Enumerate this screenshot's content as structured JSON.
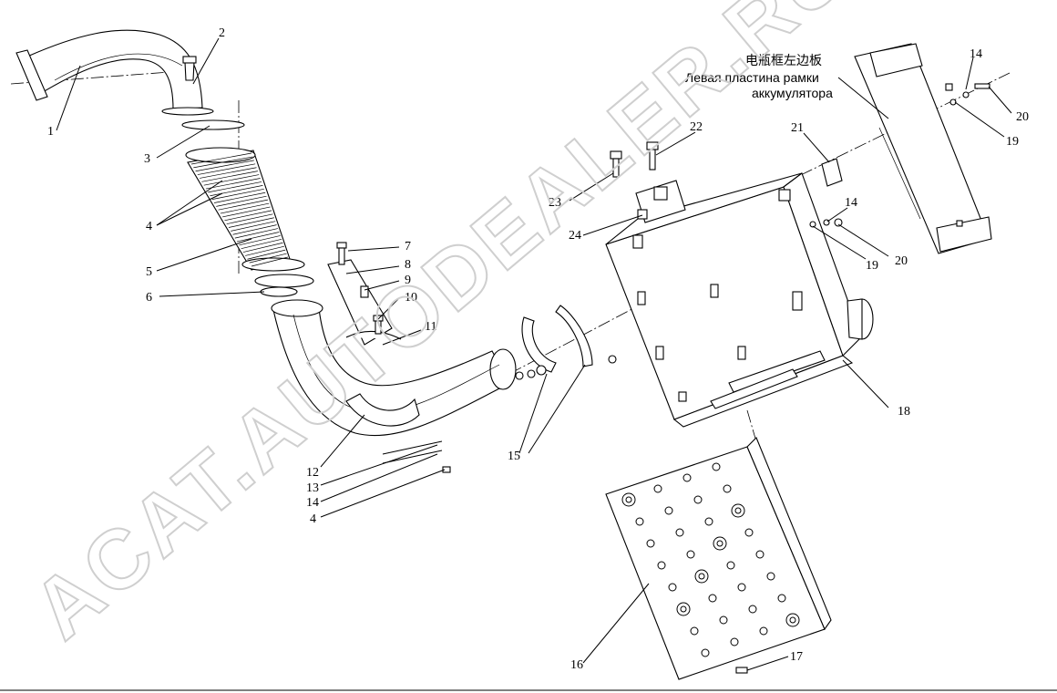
{
  "labels": {
    "cn": "电瓶框左边板",
    "ru_line1": "Левая пластина рамки",
    "ru_line2": "аккумулятора"
  },
  "watermark": "ACAT.AUTODEALER.RU",
  "callouts": [
    "1",
    "2",
    "3",
    "4",
    "5",
    "6",
    "7",
    "8",
    "9",
    "10",
    "11",
    "12",
    "13",
    "14",
    "4",
    "15",
    "16",
    "17",
    "18",
    "19",
    "20",
    "14",
    "19",
    "20",
    "21",
    "22",
    "23",
    "24",
    "14"
  ]
}
